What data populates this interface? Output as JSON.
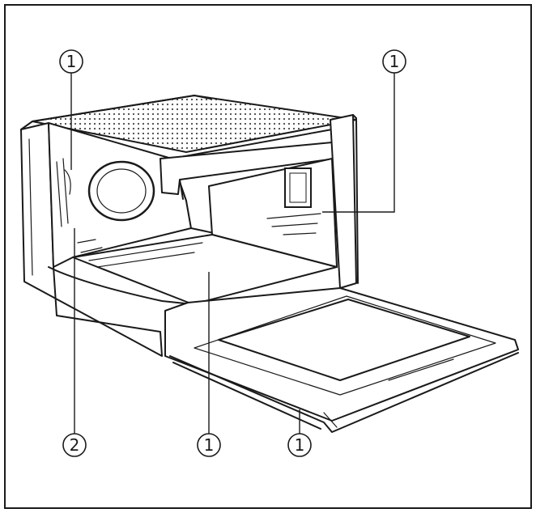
{
  "diagram": {
    "callouts": [
      {
        "id": "c1-top-left",
        "label": "1"
      },
      {
        "id": "c1-top-right",
        "label": "1"
      },
      {
        "id": "c2-bottom-left",
        "label": "2"
      },
      {
        "id": "c1-bottom-middle",
        "label": "1"
      },
      {
        "id": "c1-bottom-right",
        "label": "1"
      }
    ]
  },
  "colors": {
    "line": "#1a1a1a",
    "background": "#ffffff"
  }
}
